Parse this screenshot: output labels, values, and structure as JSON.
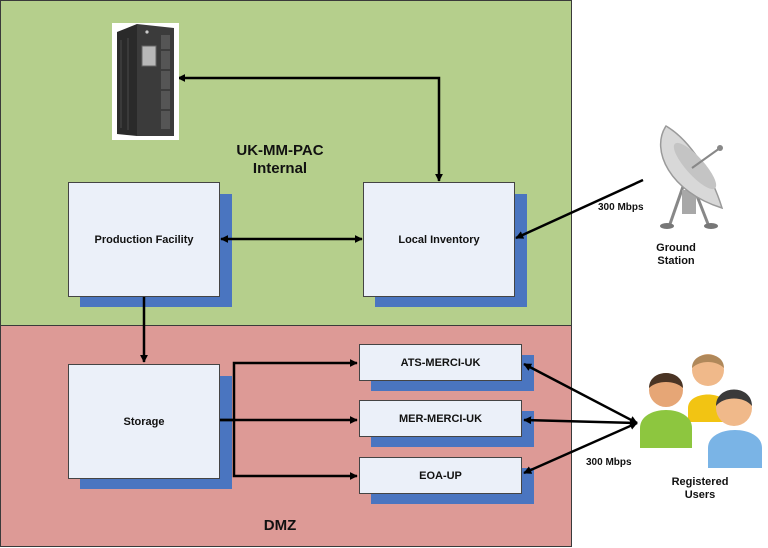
{
  "zones": {
    "internal_title_line1": "UK-MM-PAC",
    "internal_title_line2": "Internal",
    "dmz_title": "DMZ"
  },
  "boxes": {
    "production": "Production Facility",
    "inventory": "Local Inventory",
    "storage": "Storage",
    "ats": "ATS-MERCI-UK",
    "mer": "MER-MERCI-UK",
    "eoa": "EOA-UP"
  },
  "external": {
    "ground_line1": "Ground",
    "ground_line2": "Station",
    "users_line1": "Registered",
    "users_line2": "Users",
    "speed_ground": "300 Mbps",
    "speed_users": "300 Mbps"
  },
  "colors": {
    "internal_zone": "#b5cf8c",
    "dmz_zone": "#dd9a96",
    "box_fill": "#ebf0f9",
    "box_shadow": "#4a75c0"
  },
  "icons": [
    "tape-library-icon",
    "satellite-dish-icon",
    "users-group-icon"
  ]
}
